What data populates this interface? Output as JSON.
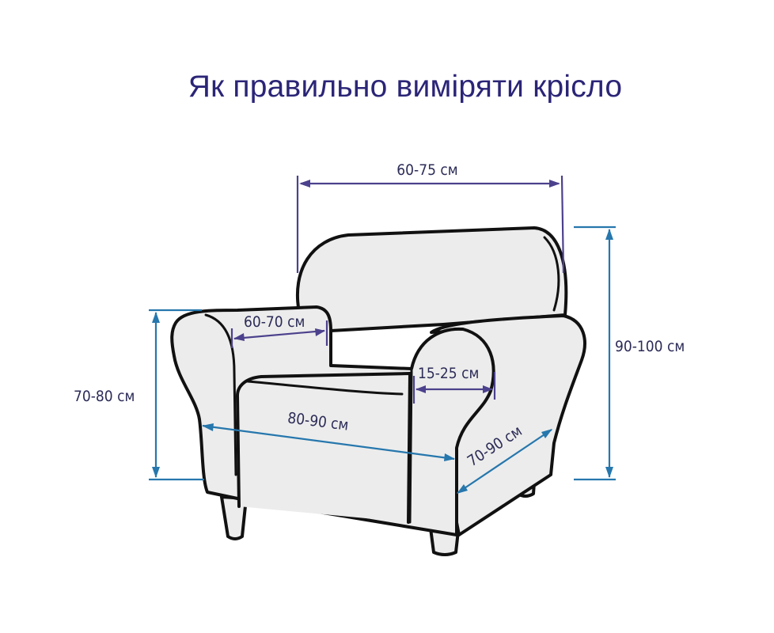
{
  "title": "Як правильно виміряти крісло",
  "dimensions": {
    "back_width": "60-75 см",
    "total_height": "90-100 см",
    "arm_height": "70-80 см",
    "arm_depth": "60-70 см",
    "arm_width": "15-25 см",
    "total_width": "80-90 см",
    "depth": "70-90 см"
  },
  "colors": {
    "title": "#2b2577",
    "purple_lines": "#4b418c",
    "blue_lines": "#2677ad",
    "fill": "#ececec"
  }
}
